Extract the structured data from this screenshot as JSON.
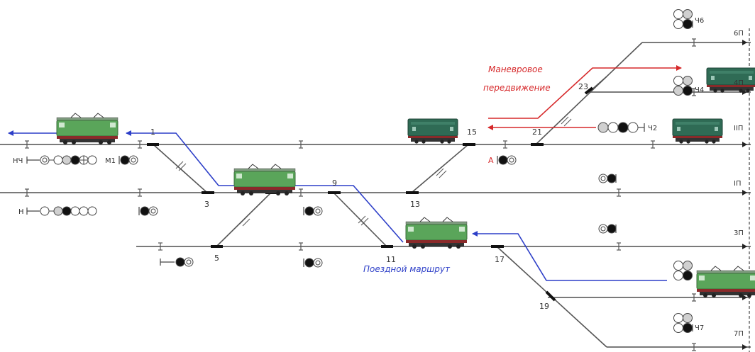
{
  "switch_numbers": [
    "1",
    "3",
    "5",
    "9",
    "11",
    "13",
    "15",
    "17",
    "19",
    "21",
    "23"
  ],
  "signals": {
    "n_ch": "НЧ",
    "n": "Н",
    "m1": "М1",
    "a": "А",
    "ch2": "Ч2",
    "ch4": "Ч4",
    "ch6": "Ч6",
    "ch7": "Ч7"
  },
  "track_labels": [
    "6П",
    "4П",
    "IIП",
    "IП",
    "3П",
    "7П"
  ],
  "annotations": {
    "shunting_line1": "Маневровое",
    "shunting_line2": "передвижение",
    "train_route": "Поездной маршрут"
  },
  "colors": {
    "shunting_route": "#d6282a",
    "train_route": "#2d3fc8",
    "electric_loco": "#5aa55a",
    "diesel_loco": "#2f6b55",
    "track": "#7a7a7a"
  },
  "icons": [
    "electric-locomotive-icon",
    "diesel-locomotive-icon",
    "signal-lamp-icon",
    "route-arrow-icon"
  ]
}
